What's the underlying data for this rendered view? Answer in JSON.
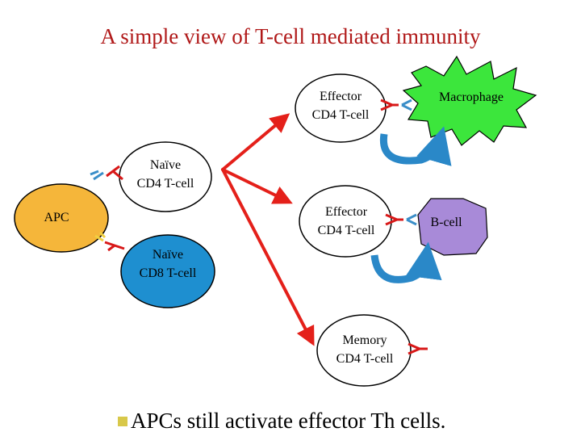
{
  "title": "A simple view of T-cell mediated immunity",
  "cells": {
    "apc": "APC",
    "naive_cd4": [
      "Naïve",
      "CD4 T-cell"
    ],
    "naive_cd8": [
      "Naïve",
      "CD8 T-cell"
    ],
    "effector_cd4_top": [
      "Effector",
      "CD4 T-cell"
    ],
    "effector_cd4_mid": [
      "Effector",
      "CD4 T-cell"
    ],
    "memory_cd4": [
      "Memory",
      "CD4 T-cell"
    ],
    "macrophage": "Macrophage",
    "bcell": "B-cell"
  },
  "bullet": "APCs still activate effector Th cells.",
  "colors": {
    "title": "#b01818",
    "apc_fill": "#f5b63a",
    "naive_cd8_fill": "#1e8fd0",
    "macrophage_fill": "#3ce63c",
    "bcell_fill": "#a88ad8",
    "arrow_red": "#e4201a",
    "arrow_blue": "#2a88c8",
    "receptor_red": "#d81818",
    "receptor_blue": "#3a8ec8",
    "receptor_yellow": "#f0d040"
  }
}
